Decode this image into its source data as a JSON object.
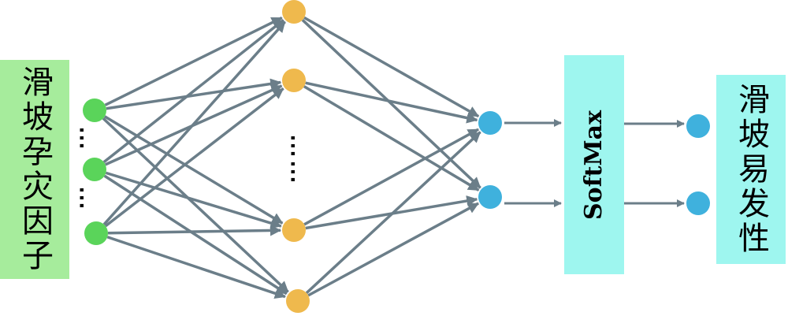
{
  "input_box": {
    "label": "滑坡孕灾因子",
    "color": "#a6ec9c"
  },
  "softmax_box": {
    "label": "SoftMax",
    "color": "#9ef6ef"
  },
  "output_box": {
    "label": "滑坡易发性",
    "color": "#9ef6ef"
  },
  "ellipsis": {
    "input_gap_1": "⋯",
    "input_gap_2": "⋯",
    "hidden_gap": "⋯⋯"
  },
  "colors": {
    "input_node": "#5ad45a",
    "hidden_node": "#efb94d",
    "output_node": "#3fb1dd",
    "arrow": "#6b7e89"
  },
  "layers": {
    "input_nodes": 3,
    "hidden_nodes": 4,
    "output_nodes": 2,
    "final_nodes": 2
  }
}
